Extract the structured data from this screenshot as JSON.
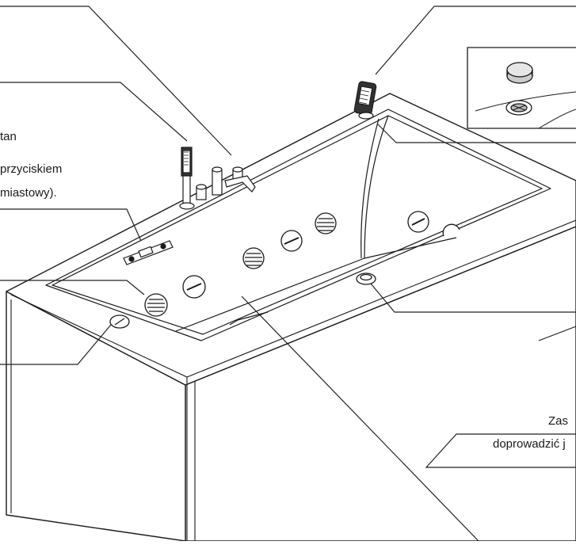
{
  "labels": {
    "l1": "tan",
    "l2": "przyciskiem",
    "l3": "miastowy).",
    "l4": "Zas",
    "l5": "doprowadzić j"
  },
  "colors": {
    "line": "#1a1a1a",
    "leader": "#222222",
    "fill": "#ffffff",
    "shade": "#d9d9d9"
  }
}
